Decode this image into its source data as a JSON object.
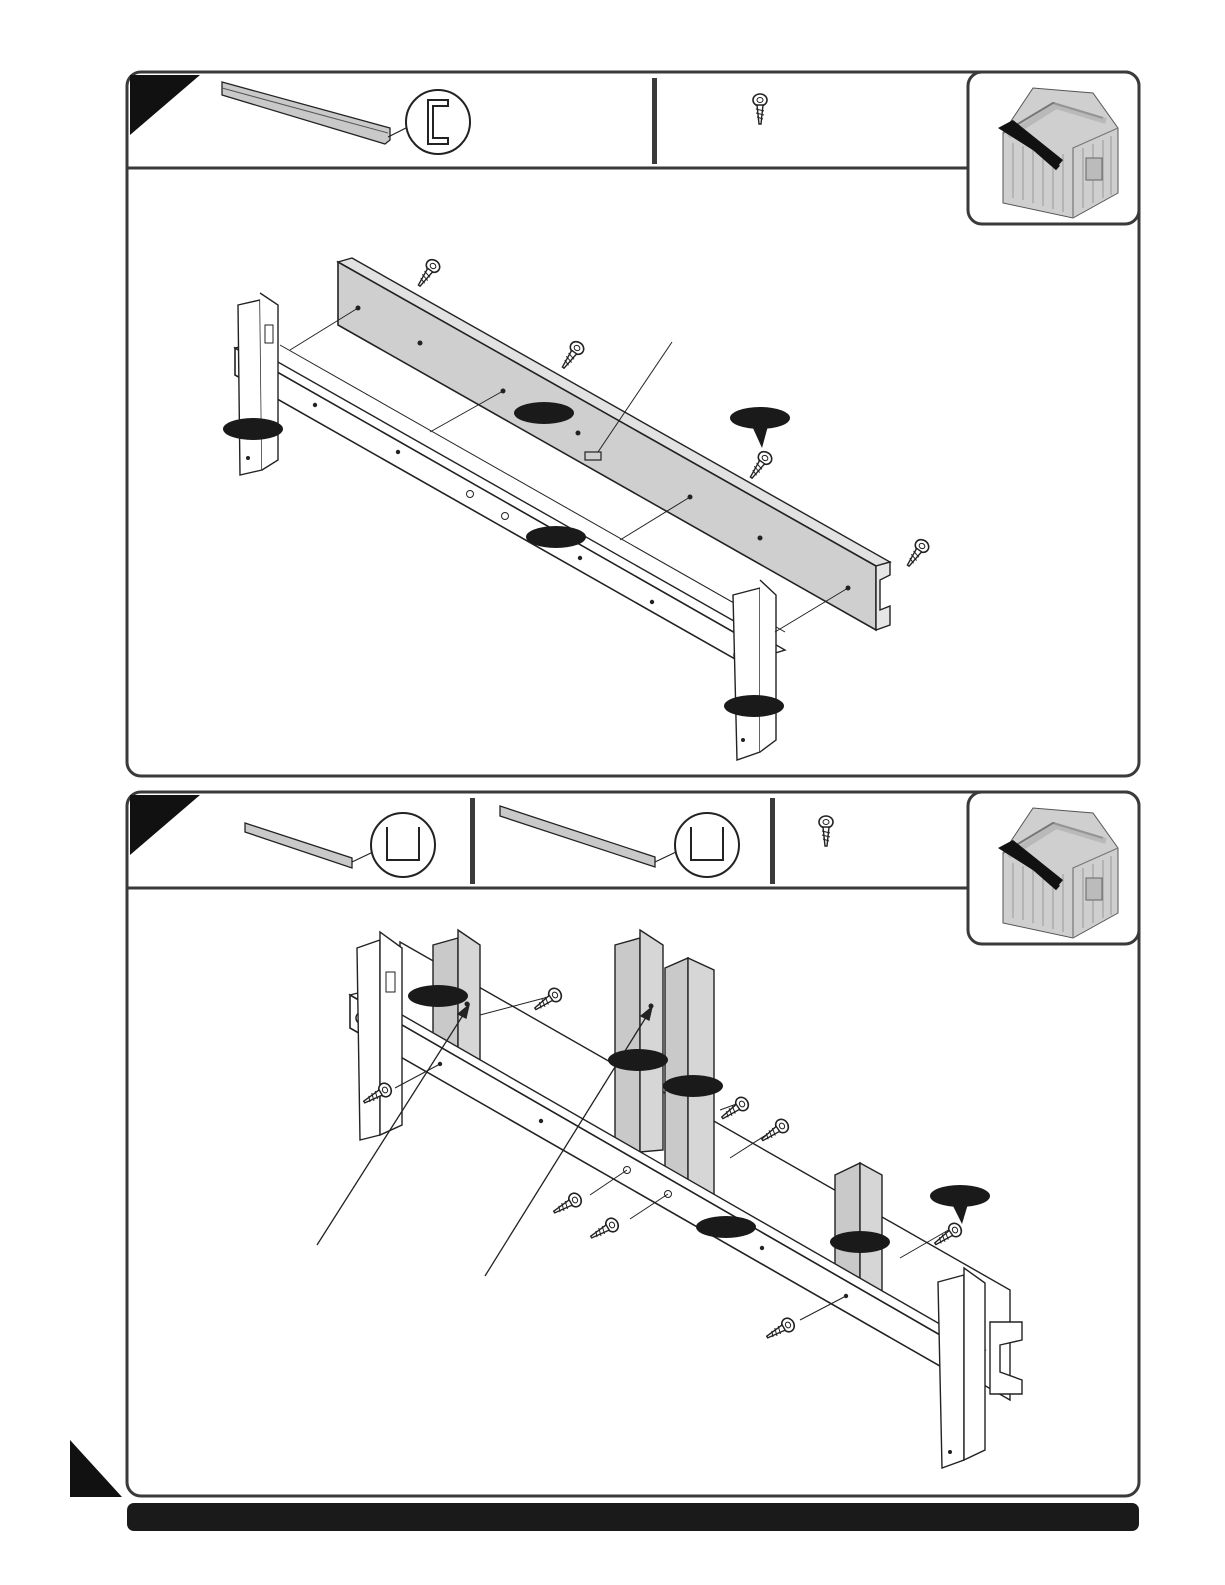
{
  "page": {
    "background": "#ffffff",
    "frame_color": "#3a3a3a",
    "part_gray": "#c9c9c9",
    "label_fill": "#1a1a1a"
  },
  "steps": [
    {
      "header_parts": [
        "c-channel-beam",
        "screw"
      ],
      "thumbnail": "shed-frame-thumbnail"
    },
    {
      "header_parts": [
        "u-channel-short",
        "u-channel-long",
        "screw"
      ],
      "thumbnail": "shed-frame-thumbnail"
    }
  ],
  "footer": {
    "bar_color": "#1a1a1a"
  }
}
